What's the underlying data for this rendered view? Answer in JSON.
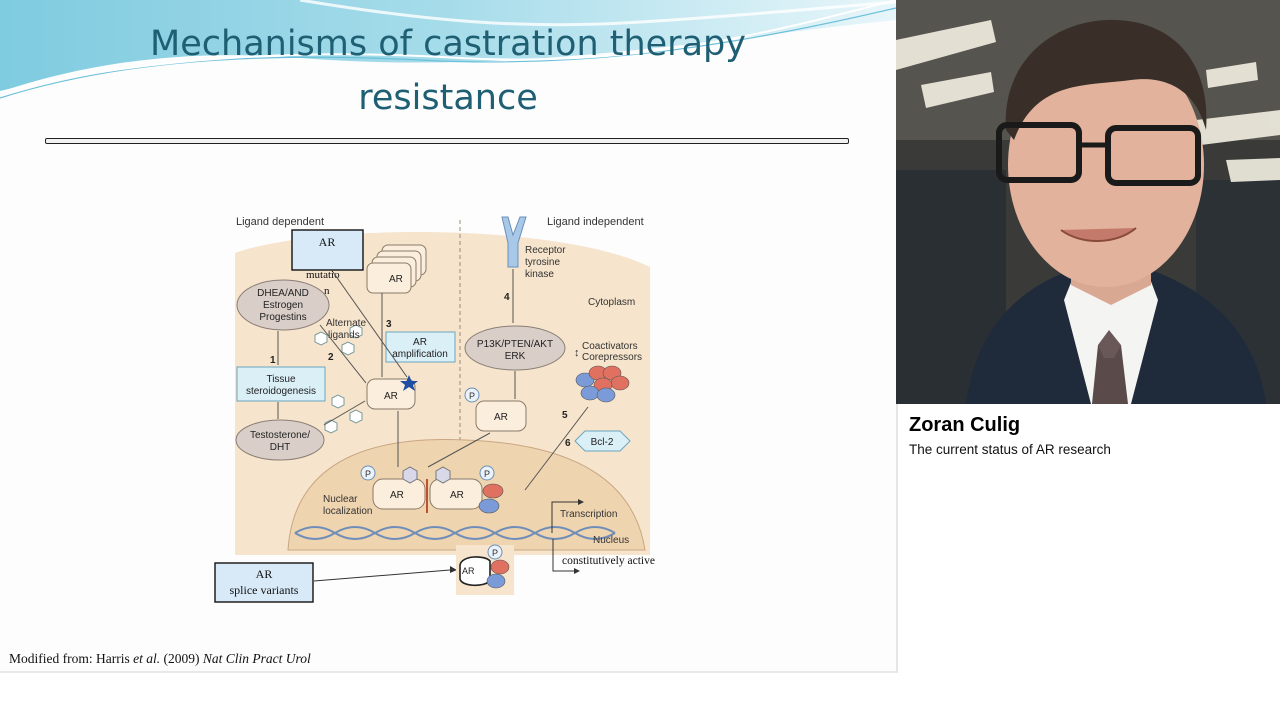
{
  "slide": {
    "title_line1": "Mechanisms of castration therapy",
    "title_line2": "resistance",
    "citation_prefix": "Modified from: Harris ",
    "citation_etal": "et al.",
    "citation_year": " (2009) ",
    "citation_journal": "Nat Clin Pract Urol"
  },
  "diagram": {
    "ligand_dependent": "Ligand dependent",
    "ligand_independent": "Ligand independent",
    "ar_mutation_box": "AR",
    "mutation_line1": "mutatio",
    "mutation_line2": "n",
    "dhea_line1": "DHEA/AND",
    "dhea_line2": "Estrogen",
    "dhea_line3": "Progestins",
    "alternate_line1": "Alternate",
    "alternate_line2": "ligands",
    "num1": "1",
    "num2": "2",
    "num3": "3",
    "num4": "4",
    "num5": "5",
    "num6": "6",
    "tissue_line1": "Tissue",
    "tissue_line2": "steroidogenesis",
    "testo_line1": "Testosterone/",
    "testo_line2": "DHT",
    "ar_amp_line1": "AR",
    "ar_amp_line2": "amplification",
    "ar_label": "AR",
    "receptor_line1": "Receptor",
    "receptor_line2": "tyrosine",
    "receptor_line3": "kinase",
    "cytoplasm": "Cytoplasm",
    "pi3k_line1": "P13K/PTEN/AKT",
    "pi3k_line2": "ERK",
    "coactivators": "Coactivators",
    "corepressors": "Corepressors",
    "bcl2": "Bcl-2",
    "p_label": "P",
    "nuclear_line1": "Nuclear",
    "nuclear_line2": "localization",
    "transcription": "Transcription",
    "nucleus": "Nucleus",
    "constitutively": "constitutively active",
    "splice_line1": "AR",
    "splice_line2": "splice variants"
  },
  "speaker": {
    "name": "Zoran Culig",
    "talk_title": "The current status of AR research"
  },
  "colors": {
    "title": "#1f5f73",
    "diagram_bg": "#f6e4cc",
    "nucleus_bg": "#efd4b0",
    "box_blue": "#d8eaf8",
    "box_cyan": "#dbeff6",
    "ar_fill": "#fbeedd",
    "coactivator_red": "#e07060",
    "coactivator_blue": "#7a9bd8",
    "dna": "#6f8db8"
  }
}
